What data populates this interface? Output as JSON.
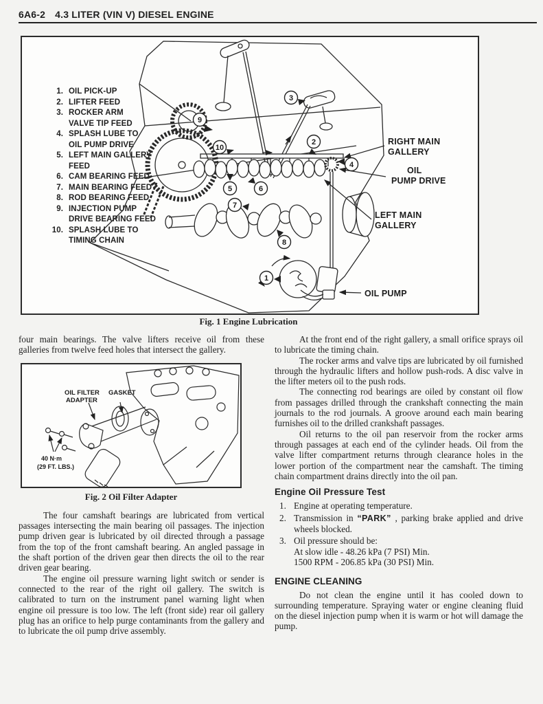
{
  "header": {
    "code": "6A6-2",
    "title": "4.3 LITER (VIN V) DIESEL ENGINE"
  },
  "fig1": {
    "caption": "Fig. 1 Engine Lubrication",
    "legend": [
      {
        "n": "1.",
        "t": "OIL PICK-UP"
      },
      {
        "n": "2.",
        "t": "LIFTER FEED"
      },
      {
        "n": "3.",
        "t": "ROCKER ARM\nVALVE TIP FEED"
      },
      {
        "n": "4.",
        "t": "SPLASH LUBE TO\nOIL PUMP DRIVE"
      },
      {
        "n": "5.",
        "t": "LEFT MAIN GALLERY\nFEED"
      },
      {
        "n": "6.",
        "t": "CAM BEARING FEED"
      },
      {
        "n": "7.",
        "t": "MAIN BEARING FEED"
      },
      {
        "n": "8.",
        "t": "ROD BEARING FEED"
      },
      {
        "n": "9.",
        "t": "INJECTION PUMP\nDRIVE BEARING FEED"
      },
      {
        "n": "10.",
        "t": "SPLASH LUBE TO\nTIMING CHAIN"
      }
    ],
    "callouts": [
      "1",
      "2",
      "3",
      "4",
      "5",
      "6",
      "7",
      "8",
      "9",
      "10"
    ],
    "labels": {
      "right_main": [
        "RIGHT MAIN",
        "GALLERY"
      ],
      "oil_pump_drive": [
        "OIL",
        "PUMP DRIVE"
      ],
      "left_main": [
        "LEFT MAIN",
        "GALLERY"
      ],
      "oil_pump": "OIL PUMP"
    }
  },
  "fig2": {
    "caption": "Fig. 2 Oil Filter Adapter",
    "labels": {
      "adapter": [
        "OIL FILTER",
        "ADAPTER"
      ],
      "gasket": "GASKET",
      "torque": [
        "40 N·m",
        "(29 FT. LBS.)"
      ]
    }
  },
  "left": {
    "p1": "four main bearings. The valve lifters receive oil from these galleries from twelve feed holes that intersect the gallery.",
    "p2": "The four camshaft bearings are lubricated from vertical passages intersecting the main bearing oil passages. The injection pump driven gear is lubricated by oil directed through a passage from the top of the front camshaft bearing. An angled passage in the shaft portion of the driven gear then directs the oil to the rear driven gear bearing.",
    "p3": "The engine oil pressure warning light switch or sender is connected to the rear of the right oil gallery. The switch is calibrated to turn on the instrument panel warning light when engine oil pressure is too low. The left (front side) rear oil gallery plug has an orifice to help purge contaminants from the gallery and to lubricate the oil pump drive assembly."
  },
  "right": {
    "p1": "At the front end of the right gallery, a small orifice sprays oil to lubricate the timing chain.",
    "p2": "The rocker arms and valve tips are lubricated by oil furnished through the hydraulic lifters and hollow push-rods. A disc valve in the lifter meters oil to the push rods.",
    "p3": "The connecting rod bearings are oiled by constant oil flow from passages drilled through the crankshaft connecting the main journals to the rod journals. A groove around each main bearing furnishes oil to the drilled crankshaft passages.",
    "p4": "Oil returns to the oil pan reservoir from the rocker arms through passages at each end of the cylinder heads. Oil from the valve lifter compartment returns through clearance holes in the lower portion of the compartment near the camshaft. The timing chain compartment drains directly into the oil pan.",
    "test": {
      "heading": "Engine Oil Pressure Test",
      "items": [
        {
          "n": "1.",
          "t": "Engine at operating temperature."
        },
        {
          "n": "2.",
          "pre": "Transmission in ",
          "park": "“PARK”",
          "post": " , parking brake applied and drive wheels blocked."
        },
        {
          "n": "3.",
          "t": "Oil pressure should be:",
          "sub": [
            "At slow idle - 48.26 kPa (7 PSI) Min.",
            "1500 RPM - 206.85 kPa (30 PSI) Min."
          ]
        }
      ]
    },
    "cleaning": {
      "heading": "ENGINE CLEANING",
      "p": "Do not clean the engine until it has cooled down to surrounding temperature. Spraying water or engine cleaning fluid on the diesel injection pump when it is warm or hot will damage the pump."
    }
  }
}
